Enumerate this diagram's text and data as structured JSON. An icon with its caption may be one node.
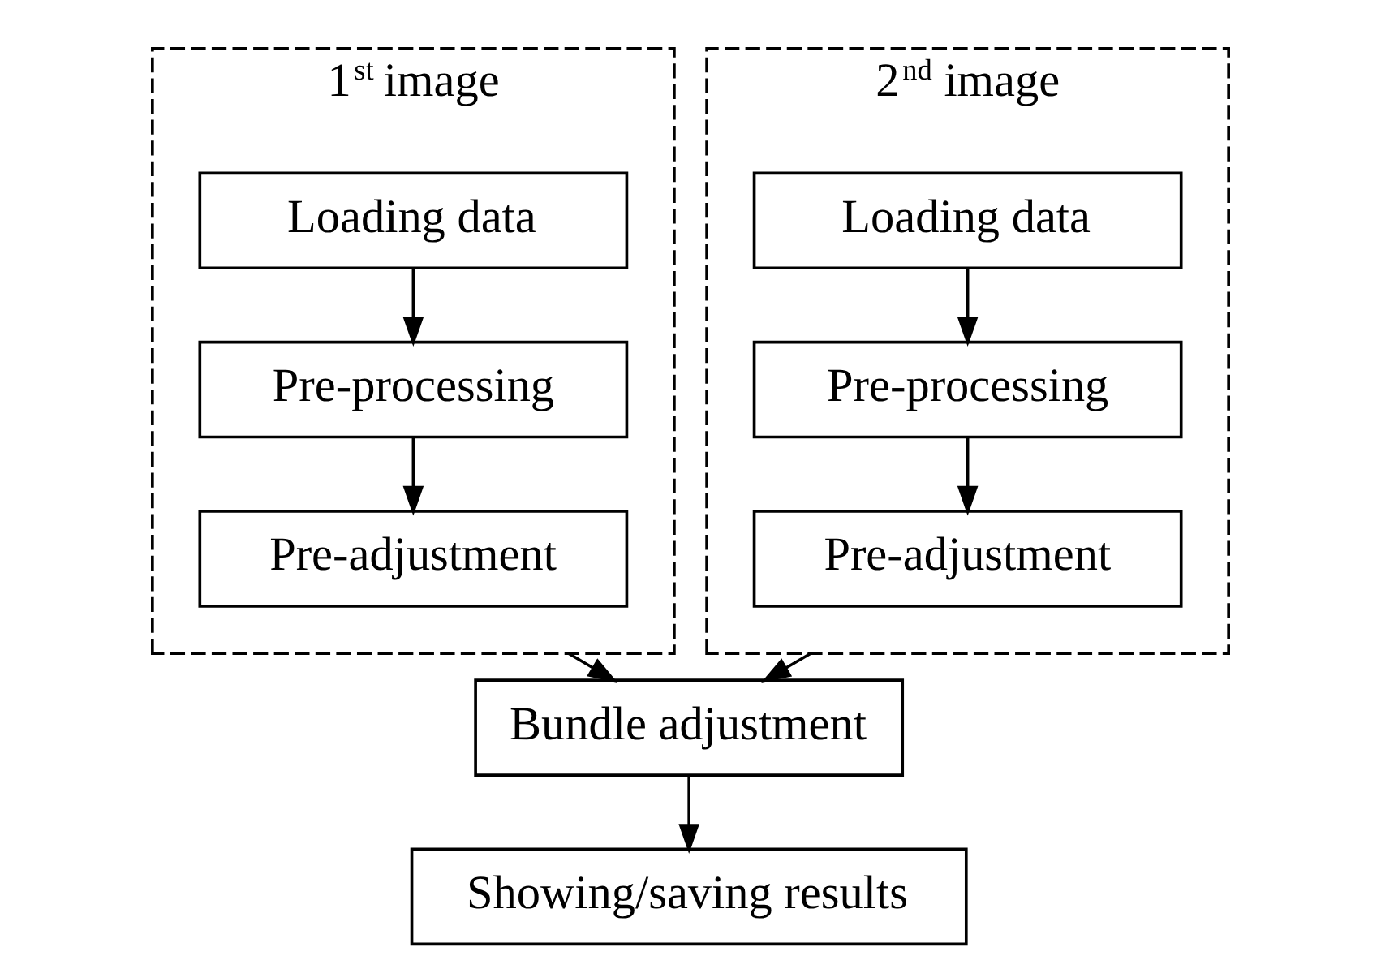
{
  "diagram": {
    "nodes": [
      {
        "text": [
          "1$^{st}$ image"
        ]
      },
      {
        "text": [
          "Loading data"
        ],
        "in": 0
      },
      {
        "text": [
          "Pre-processing"
        ],
        "in": 0
      },
      {
        "text": [
          "Pre-adjustment"
        ],
        "in": 0
      },
      {
        "text": [
          "2$^{nd}$ image"
        ]
      },
      {
        "text": [
          "Loading data"
        ],
        "in": 4
      },
      {
        "text": [
          "Pre-processing"
        ],
        "in": 4
      },
      {
        "text": [
          "Pre-adjustment"
        ],
        "in": 4
      },
      {
        "text": [
          "Bundle adjustment"
        ]
      },
      {
        "text": [
          "Showing/saving results"
        ]
      }
    ],
    "edges": [
      {
        "from": 1,
        "to": 2,
        "arrow": "to"
      },
      {
        "from": 2,
        "to": 3,
        "arrow": "to"
      },
      {
        "from": 5,
        "to": 6,
        "arrow": "to"
      },
      {
        "from": 6,
        "to": 7,
        "arrow": "to"
      },
      {
        "from": 0,
        "to": 8,
        "arrow": "to"
      },
      {
        "from": 4,
        "to": 8,
        "arrow": "to"
      },
      {
        "from": 8,
        "to": 9,
        "arrow": "to"
      }
    ]
  }
}
